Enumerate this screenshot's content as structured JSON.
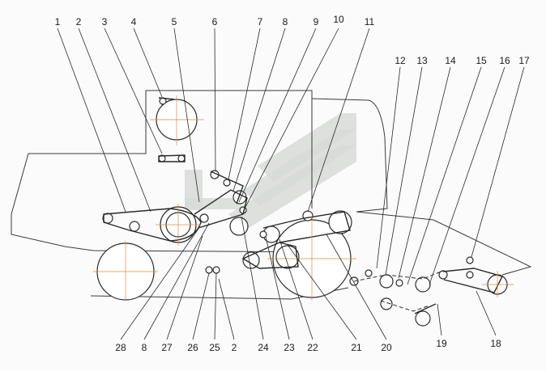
{
  "colors": {
    "line": "#2a2a2a",
    "axis": "#e08a3a",
    "watermark": "#d7dbd7",
    "background": "#fbfbfb"
  },
  "callouts": {
    "top": [
      "1",
      "2",
      "3",
      "4",
      "5",
      "6",
      "7",
      "8",
      "9",
      "10",
      "11",
      "12",
      "13",
      "14",
      "15",
      "16",
      "17"
    ],
    "bottom": [
      "28",
      "8",
      "27",
      "26",
      "25",
      "2",
      "24",
      "23",
      "22",
      "21",
      "20",
      "19",
      "18"
    ]
  }
}
